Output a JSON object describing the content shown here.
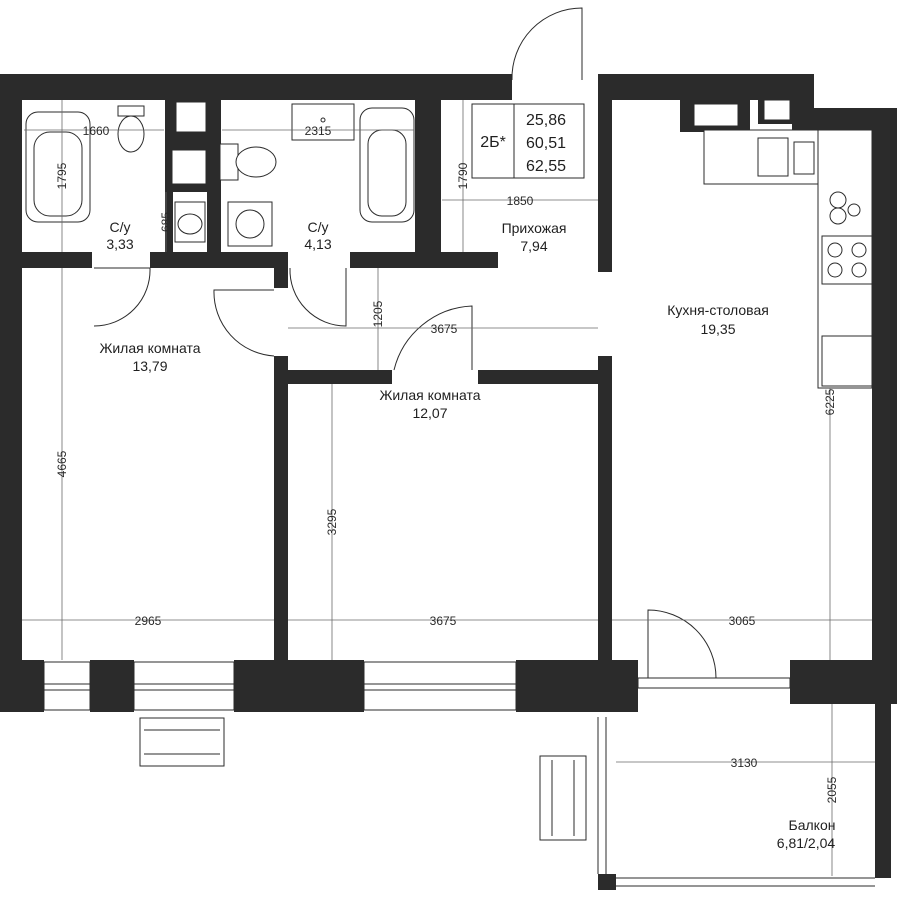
{
  "info": {
    "type": "2Б*",
    "areas": [
      "25,86",
      "60,51",
      "62,55"
    ]
  },
  "rooms": [
    {
      "id": "bath1",
      "name": "С/у",
      "area": "3,33"
    },
    {
      "id": "bath2",
      "name": "С/у",
      "area": "4,13"
    },
    {
      "id": "hall",
      "name": "Прихожая",
      "area": "7,94"
    },
    {
      "id": "kitchen",
      "name": "Кухня-столовая",
      "area": "19,35"
    },
    {
      "id": "living1",
      "name": "Жилая комната",
      "area": "13,79"
    },
    {
      "id": "living2",
      "name": "Жилая комната",
      "area": "12,07"
    },
    {
      "id": "balcony",
      "name": "Балкон",
      "area": "6,81/2,04"
    }
  ],
  "dimensions": {
    "bath1_width": "1660",
    "bath1_height": "1795",
    "bath1_sink": "685",
    "bath2_width": "2315",
    "hall_height": "1790",
    "hall_width": "1850",
    "corridor_height": "1205",
    "corridor_width": "3675",
    "living1_height": "4665",
    "living1_width": "2965",
    "living2_height": "3295",
    "living2_width": "3675",
    "kitchen_height": "6225",
    "kitchen_width": "3065",
    "balcony_width": "3130",
    "balcony_height": "2055"
  }
}
